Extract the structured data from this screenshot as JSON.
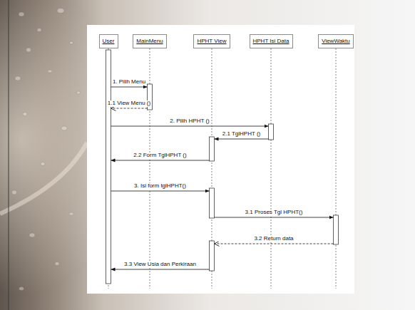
{
  "diagram": {
    "nodes": [
      {
        "text": [
          "User"
        ]
      },
      {
        "text": [
          "MainMenu"
        ]
      },
      {
        "text": [
          "HPHT View"
        ]
      },
      {
        "text": [
          "HPHT Isi Data"
        ]
      },
      {
        "text": [
          "ViewWaktu"
        ]
      }
    ],
    "edges": [
      {
        "from": 0,
        "to": 1,
        "label": "1. Pilih Menu",
        "arrow": "to"
      },
      {
        "from": 1,
        "to": 0,
        "label": "1.1 View Menu ()",
        "arrow": "to"
      },
      {
        "from": 0,
        "to": 3,
        "label": "2. Pilih HPHT ()",
        "arrow": "to"
      },
      {
        "from": 3,
        "to": 2,
        "label": "2.1 TglHPHT ()",
        "arrow": "to"
      },
      {
        "from": 2,
        "to": 0,
        "label": "2.2 Form TglHPHT ()",
        "arrow": "to"
      },
      {
        "from": 0,
        "to": 2,
        "label": "3. Isi form tglHPHT()",
        "arrow": "to"
      },
      {
        "from": 2,
        "to": 4,
        "label": "3.1 Proses Tgl HPHT()",
        "arrow": "to"
      },
      {
        "from": 4,
        "to": 2,
        "label": "3.2 Return data",
        "arrow": "to"
      },
      {
        "from": 2,
        "to": 0,
        "label": "3.3 View Usia dan Perkiraan",
        "arrow": "to"
      }
    ]
  }
}
